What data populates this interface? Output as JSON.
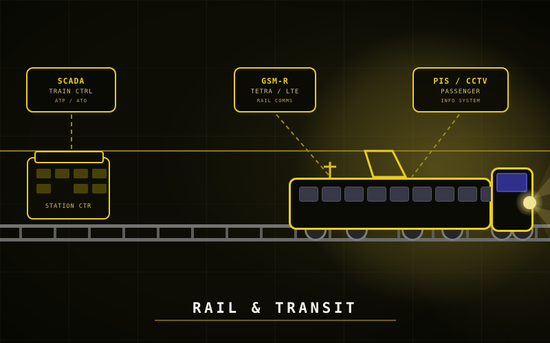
{
  "title": {
    "text": "RAIL & TRANSIT"
  },
  "callouts": [
    {
      "title": "SCADA",
      "subtitle": "TRAIN CTRL",
      "detail": "ATP / ATO"
    },
    {
      "title": "GSM-R",
      "subtitle": "TETRA / LTE",
      "detail": "RAIL COMMS"
    },
    {
      "title": "PIS / CCTV",
      "subtitle": "PASSENGER",
      "detail": "INFO SYSTEM"
    }
  ],
  "station": {
    "label": "STATION CTR"
  },
  "colors": {
    "accent": "#e9d018",
    "accent-dim": "#8c7b16",
    "connector": "#9a8922",
    "text-secondary": "#cfc083",
    "text-tertiary": "#b3a55e",
    "station-label": "#d6c13b",
    "station-window": "#474107",
    "rail": "#73736f",
    "rail-b": "#6a6a66",
    "tie": "#5c5c5a",
    "wheel": "#262626",
    "wheel-rim": "#7d7d7d",
    "window": "#383846",
    "window-border": "#50506a",
    "cab-window": "#2f2f8c",
    "cab-window-border": "#4a49a8",
    "headlight": "#f0e492",
    "title": "#f4f4ee",
    "underline": "#6b6118"
  }
}
